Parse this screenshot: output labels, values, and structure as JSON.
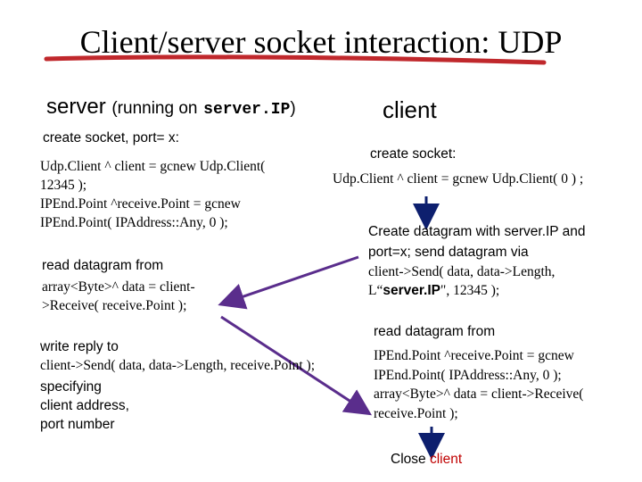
{
  "title": "Client/server socket interaction: UDP",
  "server_heading": {
    "label": "server",
    "running_on": "(running on",
    "server_ip": "server.IP",
    "close_paren": ")"
  },
  "client_heading": "client",
  "server_steps": {
    "create_socket_label": "create socket, port= x:",
    "create_socket_code": [
      "Udp.Client ^ client = gcnew Udp.Client(",
      "12345 );",
      "IPEnd.Point ^receive.Point = gcnew",
      "IPEnd.Point( IPAddress::Any, 0 );"
    ],
    "read_label": "read datagram from",
    "read_code": [
      "array<Byte>^ data = client-",
      ">Receive( receive.Point );"
    ],
    "reply_label_1": "write reply to",
    "reply_code": "client->Send( data, data->Length, receive.Point );",
    "reply_label_rest": [
      "specifying",
      "client address,",
      "port number"
    ]
  },
  "client_steps": {
    "create_socket_label": "create socket:",
    "create_socket_code": "Udp.Client ^ client = gcnew Udp.Client( 0 ) ;",
    "datagram_label": [
      "Create datagram with server.IP and",
      "port=x; send datagram via"
    ],
    "send_code_1": "client->Send( data, data->Length,",
    "send_code_2_prefix": "L“",
    "send_code_2_ip": "server.IP",
    "send_code_2_suffix": "\", 12345 );",
    "read_label": "read datagram from",
    "read_code": [
      "IPEnd.Point ^receive.Point = gcnew",
      "IPEnd.Point( IPAddress::Any, 0 );",
      "array<Byte>^ data = client->Receive(",
      "receive.Point );"
    ],
    "close_prefix": "Close ",
    "close_client": "client"
  },
  "colors": {
    "underline": "#c0282c",
    "arrow_down": "#0d1f6e",
    "arrow_cross": "#5a2d8c",
    "client_word": "#c00000"
  }
}
